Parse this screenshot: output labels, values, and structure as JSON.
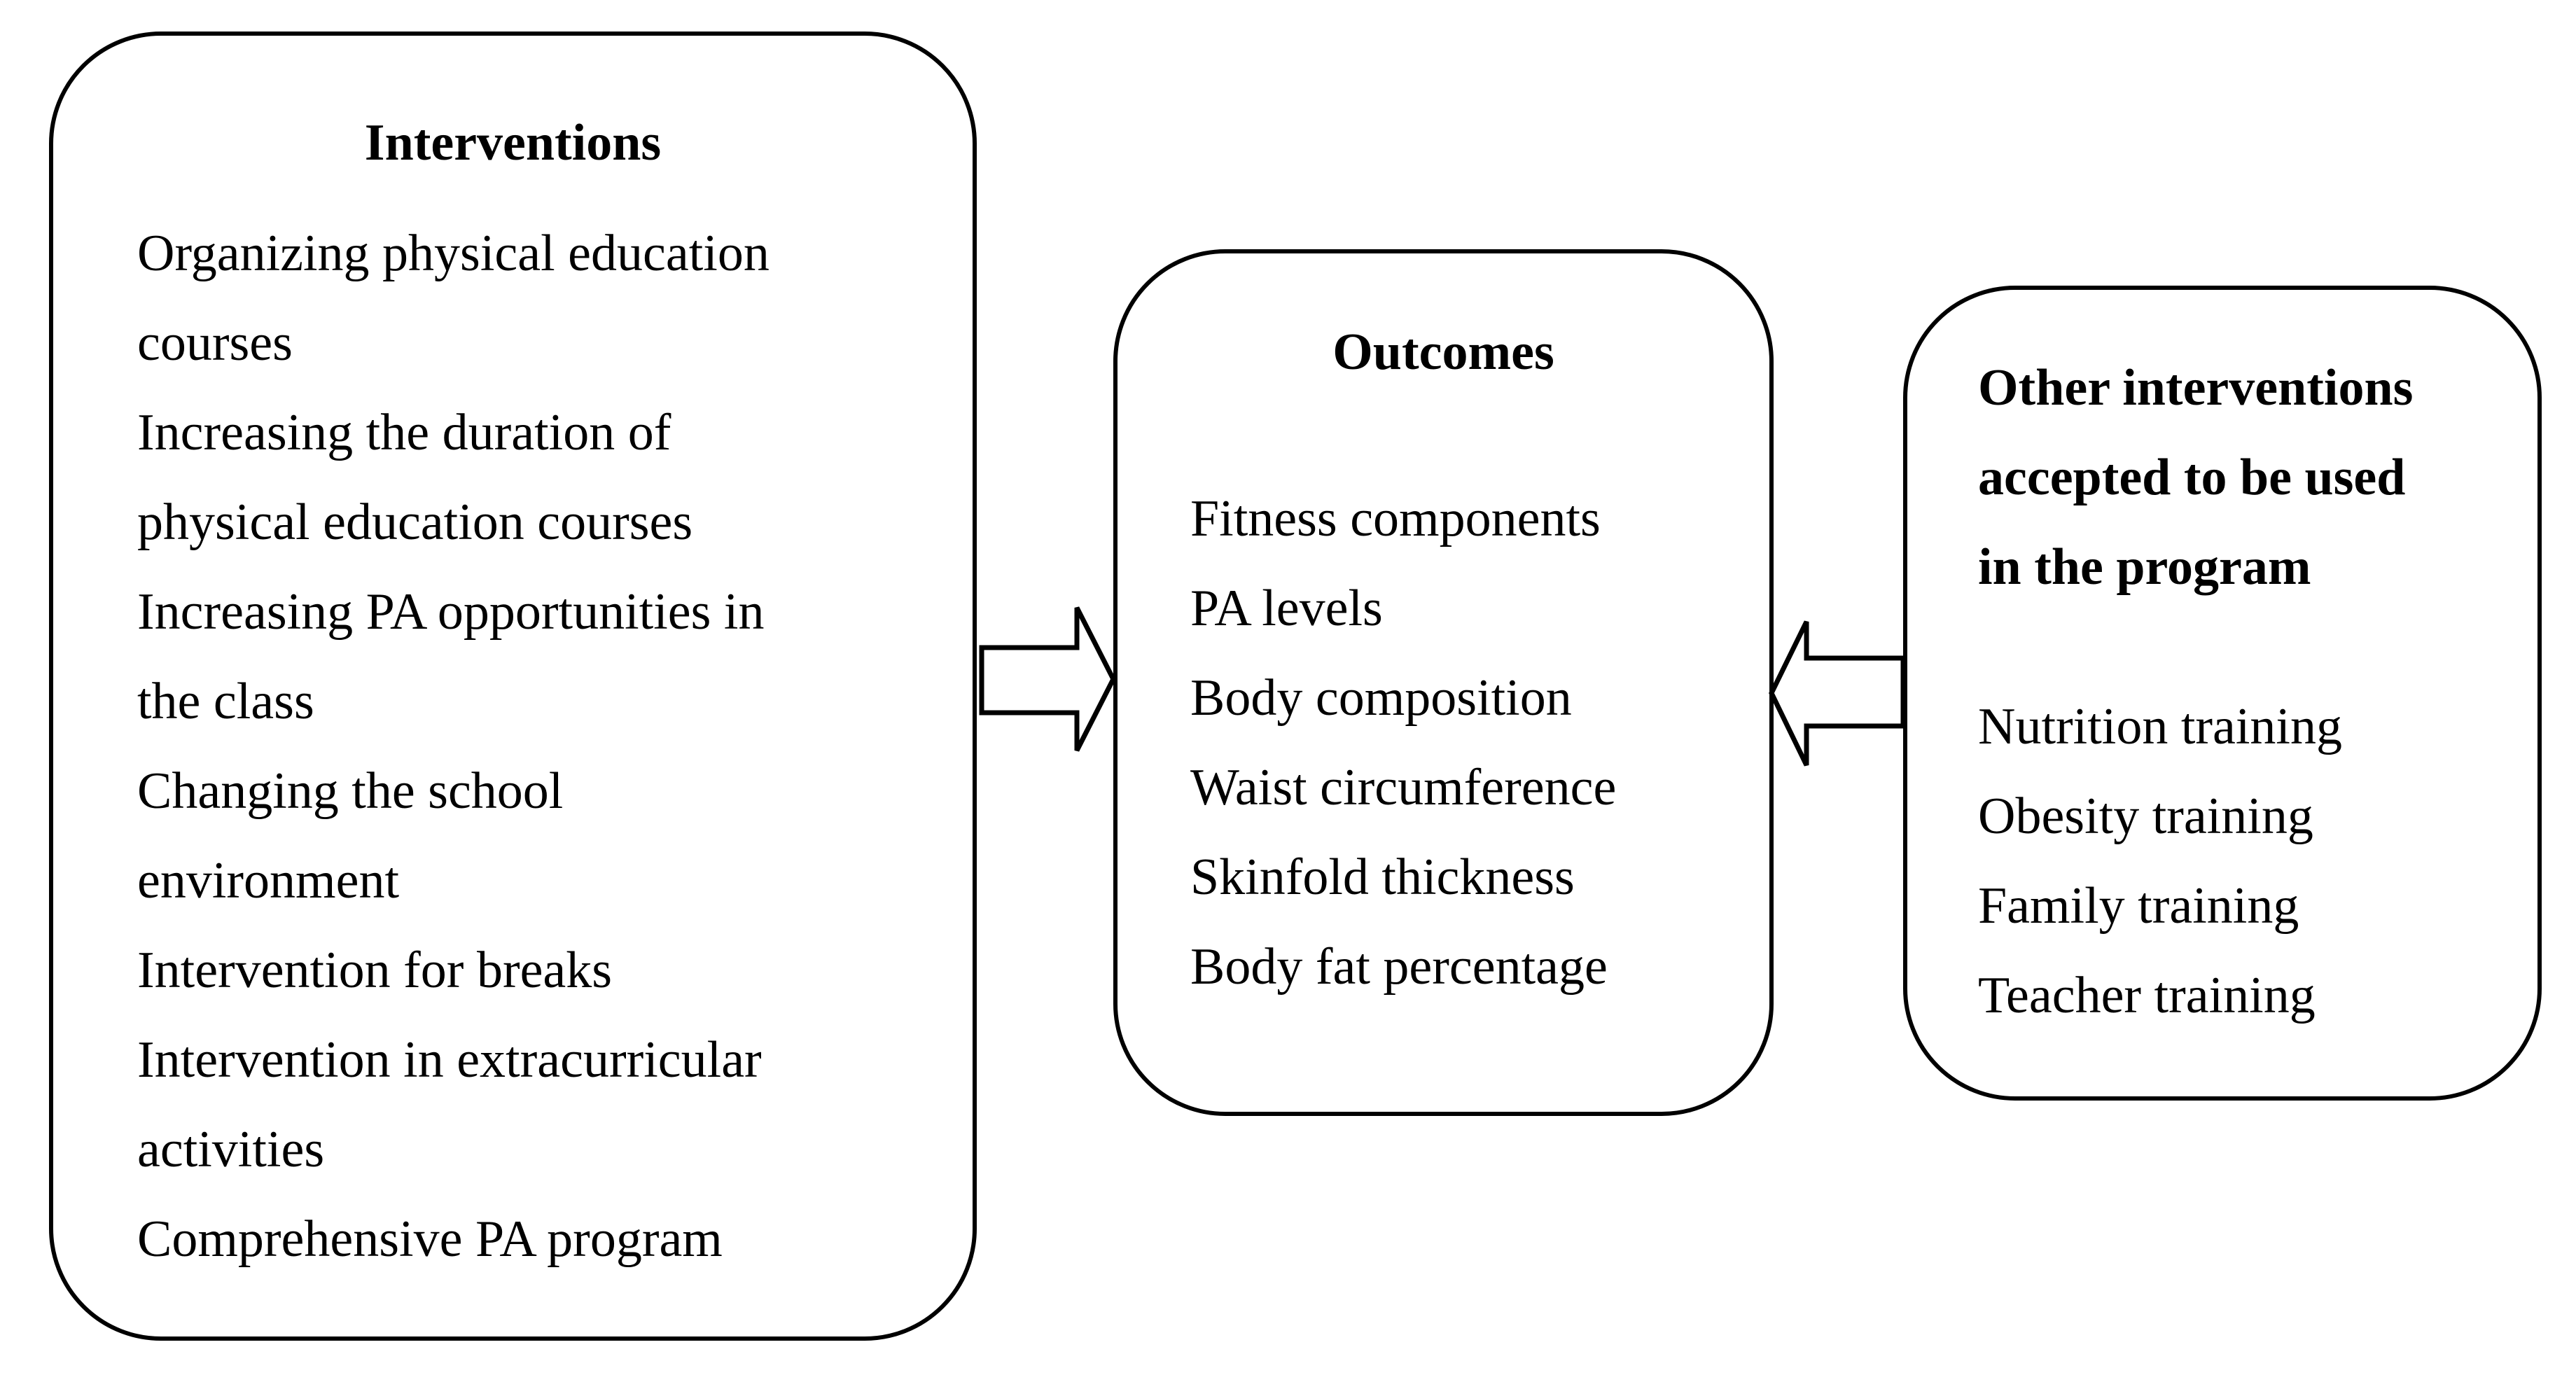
{
  "canvas": {
    "background": "#ffffff",
    "line_color": "#000000"
  },
  "interventions": {
    "title": "Interventions",
    "items": [
      "Organizing physical education\ncourses",
      "Increasing the duration of\nphysical education courses",
      "Increasing PA opportunities in\nthe class",
      "Changing the school\nenvironment",
      "Intervention for breaks",
      "Intervention in extracurricular\nactivities",
      "Comprehensive PA program"
    ]
  },
  "outcomes": {
    "title": "Outcomes",
    "items": [
      "Fitness components",
      "PA levels",
      "Body composition",
      "Waist circumference",
      "Skinfold thickness",
      "Body fat percentage"
    ]
  },
  "other_interventions": {
    "title": "Other interventions\naccepted to be used\nin the program",
    "items": [
      "Nutrition training",
      "Obesity training",
      "Family training",
      "Teacher training"
    ]
  },
  "arrows": [
    {
      "from": "interventions",
      "to": "outcomes",
      "direction": "right"
    },
    {
      "from": "other_interventions",
      "to": "outcomes",
      "direction": "left"
    }
  ]
}
